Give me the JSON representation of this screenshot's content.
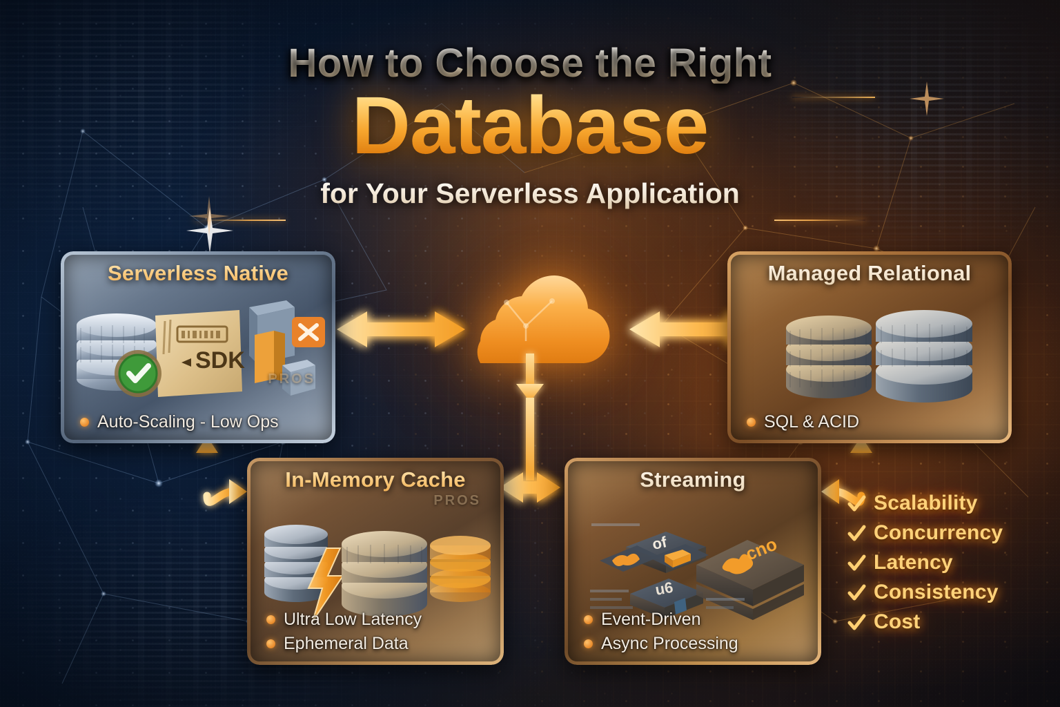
{
  "title": {
    "line1": "How to Choose the Right",
    "line2": "Database",
    "line3": "for Your Serverless Application"
  },
  "colors": {
    "accent_orange": "#f7a62e",
    "accent_amber": "#ffd071",
    "glow_orange": "#ff961e",
    "bullet_dot": "#e8892a",
    "text_cream": "#f3ece2",
    "bg_navy": "#0b1c33",
    "bg_rust": "#46291a",
    "check_label": "#ffd27a"
  },
  "cards": [
    {
      "id": "serverless",
      "title": "Serverless Native",
      "title_style": "warm",
      "ghost_label": "PROS",
      "bullets": [
        "Auto-Scaling - Low Ops"
      ],
      "icon_names": [
        "database-stack-icon",
        "sdk-document-icon",
        "green-check-icon",
        "package-box-icon",
        "orange-x-icon"
      ],
      "art_label": "SDK"
    },
    {
      "id": "relational",
      "title": "Managed Relational",
      "title_style": "cream",
      "ghost_label": "",
      "bullets": [
        "SQL & ACID"
      ],
      "icon_names": [
        "database-stack-icon",
        "database-stack-icon"
      ],
      "art_label": ""
    },
    {
      "id": "cache",
      "title": "In-Memory Cache",
      "title_style": "warm",
      "ghost_label": "PROS",
      "bullets": [
        "Ultra Low Latency",
        "Ephemeral Data"
      ],
      "icon_names": [
        "database-stack-icon",
        "lightning-bolt-icon",
        "database-stack-icon",
        "glowing-database-icon"
      ],
      "art_label": ""
    },
    {
      "id": "streaming",
      "title": "Streaming",
      "title_style": "cream",
      "ghost_label": "",
      "bullets": [
        "Event-Driven",
        "Async Processing"
      ],
      "icon_names": [
        "event-tile-icon",
        "queue-tile-icon",
        "stream-tile-icon"
      ],
      "art_label": ""
    }
  ],
  "center": {
    "icon_name": "cloud-icon",
    "arrow_left_name": "double-arrow-left-icon",
    "arrow_right_name": "double-arrow-right-icon",
    "arrow_down_name": "arrow-down-icon",
    "arrow_split_name": "double-arrow-horizontal-icon"
  },
  "connectors": [
    {
      "name": "elbow-arrow-left",
      "direction": "up-right"
    },
    {
      "name": "elbow-arrow-right",
      "direction": "up-left"
    }
  ],
  "checklist": {
    "icon_name": "check-icon",
    "items": [
      "Scalability",
      "Concurrency",
      "Latency",
      "Consistency",
      "Cost"
    ]
  }
}
